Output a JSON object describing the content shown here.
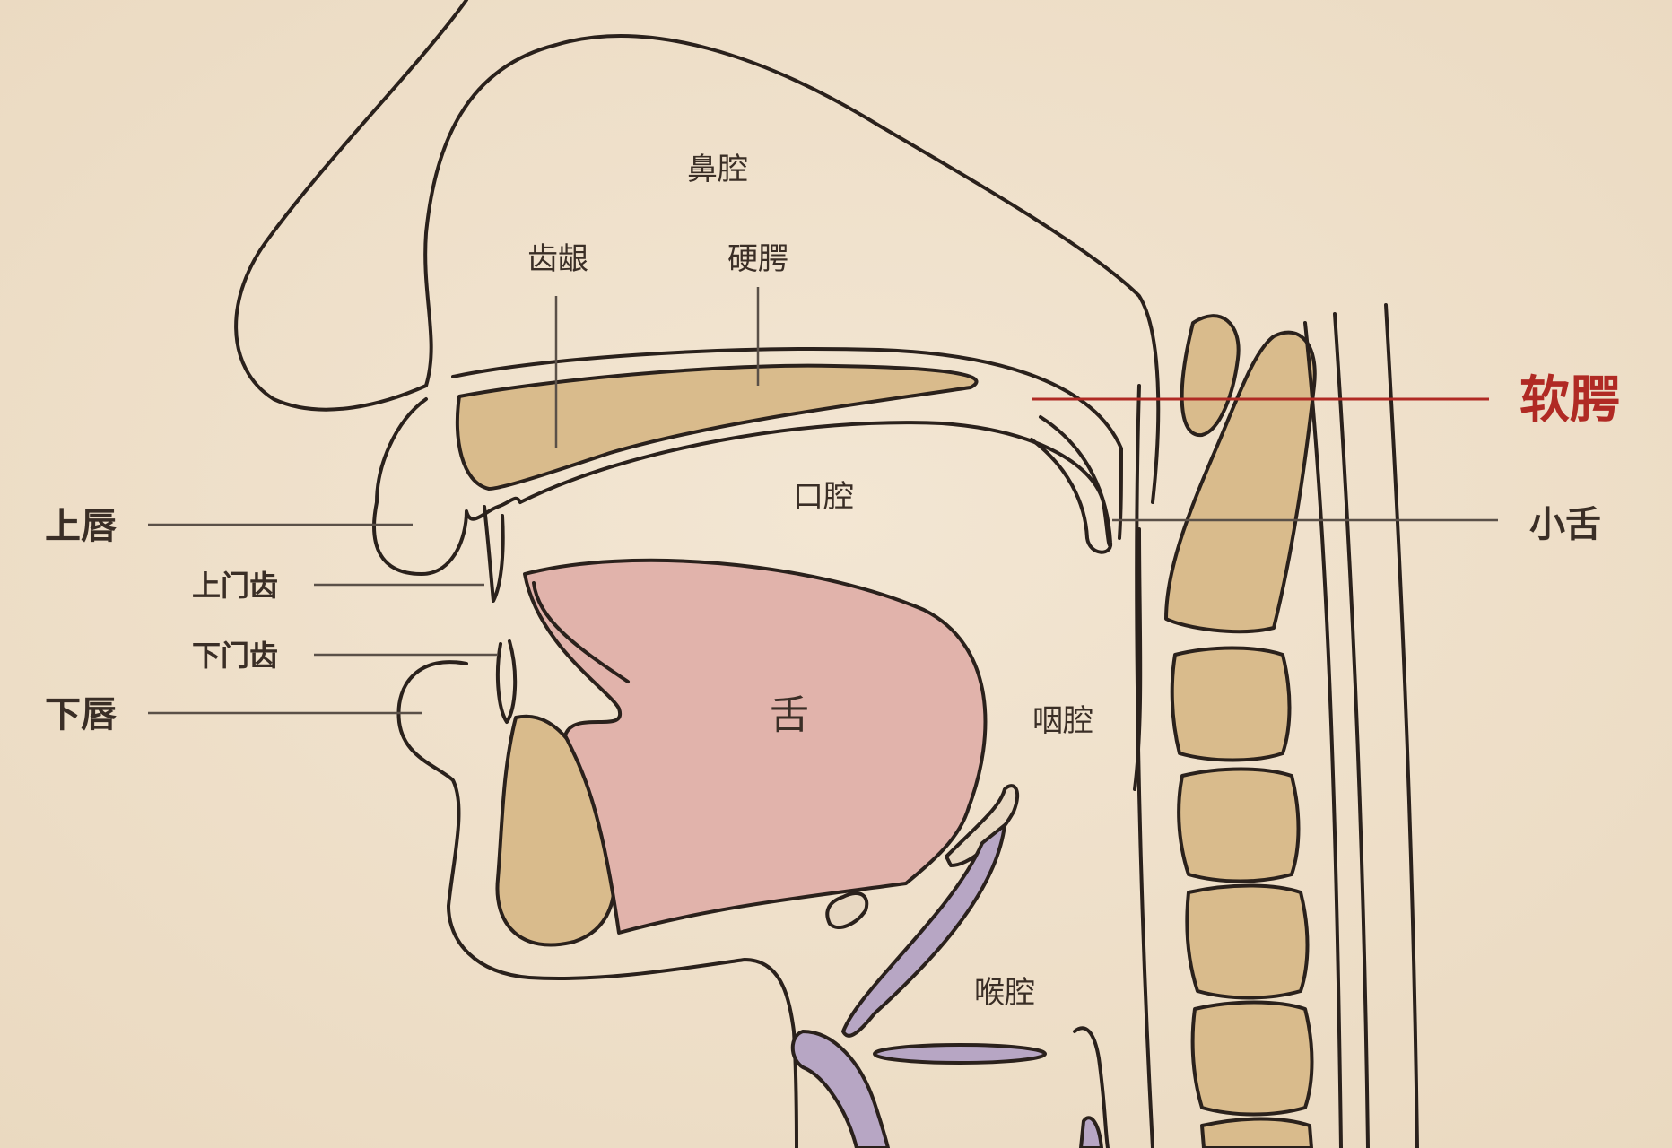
{
  "labels": {
    "nasal_cavity": "鼻腔",
    "alveolar_ridge": "齿龈",
    "hard_palate": "硬腭",
    "soft_palate": "软腭",
    "oral_cavity": "口腔",
    "uvula": "小舌",
    "upper_lip": "上唇",
    "upper_teeth": "上门齿",
    "lower_teeth": "下门齿",
    "lower_lip": "下唇",
    "tongue": "舌",
    "pharynx": "咽腔",
    "larynx": "喉腔"
  },
  "colors": {
    "background": "#f1e3cf",
    "outline": "#2a211c",
    "bone": "#d9bb8c",
    "tongue": "#e1b3ab",
    "cartilage": "#b7a6c4",
    "highlight": "#b02a24",
    "leader_line": "#5a5048"
  }
}
